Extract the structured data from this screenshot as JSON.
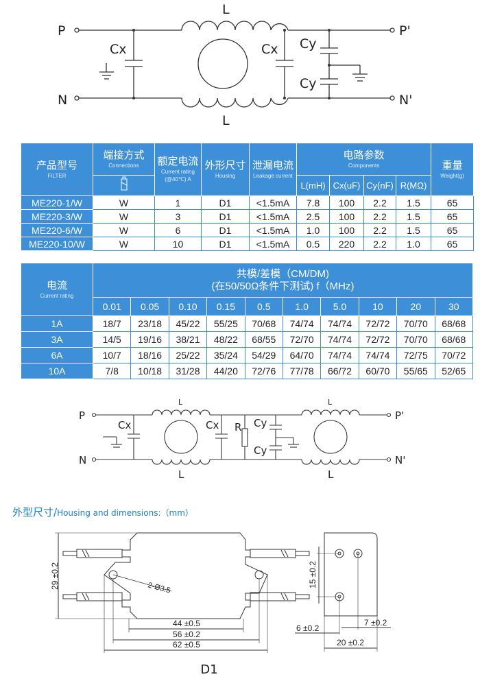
{
  "circuit1": {
    "p": "P",
    "p2": "P'",
    "n": "N",
    "n2": "N'",
    "l_top": "L",
    "l_bottom": "L",
    "cx_left": "Cx",
    "cx_right": "Cx",
    "cy_top": "Cy",
    "cy_bottom": "Cy"
  },
  "table1": {
    "headers": {
      "model_cn": "产品型号",
      "model_en": "FILTER",
      "conn_cn": "端接方式",
      "conn_en": "Connections",
      "rating_cn": "额定电流",
      "rating_en": "Current rating",
      "rating_en2": "(@40℃)  A",
      "housing_cn": "外形尺寸",
      "housing_en": "Housing",
      "leak_cn": "泄漏电流",
      "leak_en": "Leakage current",
      "comp_cn": "电路参数",
      "comp_en": "Components",
      "weight_cn": "重量",
      "weight_en": "Weight(g)",
      "sub": [
        "L(mH)",
        "Cx(uF)",
        "Cy(nF)",
        "R(MΩ)"
      ]
    },
    "rows": [
      [
        "ME220-1/W",
        "W",
        "1",
        "D1",
        "<1.5mA",
        "7.8",
        "100",
        "2.2",
        "1.5",
        "65"
      ],
      [
        "ME220-3/W",
        "W",
        "3",
        "D1",
        "<1.5mA",
        "2.5",
        "100",
        "2.2",
        "1.5",
        "65"
      ],
      [
        "ME220-6/W",
        "W",
        "6",
        "D1",
        "<1.5mA",
        "1.0",
        "100",
        "2.2",
        "1.5",
        "65"
      ],
      [
        "ME220-10/W",
        "W",
        "10",
        "D1",
        "<1.5mA",
        "0.5",
        "220",
        "2.2",
        "1.0",
        "65"
      ]
    ]
  },
  "table2": {
    "rating_cn": "电流",
    "rating_en": "Current rating",
    "title1": "共模/差模（CM/DM)",
    "title2": "(在50/50Ω条件下测试) f（MHz)",
    "freqs": [
      "0.01",
      "0.05",
      "0.10",
      "0.15",
      "0.5",
      "1.0",
      "5.0",
      "10",
      "20",
      "30"
    ],
    "rows": [
      {
        "label": "1A",
        "values": [
          "18/7",
          "23/18",
          "45/22",
          "55/25",
          "70/68",
          "74/74",
          "74/74",
          "72/72",
          "70/70",
          "68/68"
        ]
      },
      {
        "label": "3A",
        "values": [
          "14/5",
          "19/16",
          "38/21",
          "48/22",
          "68/55",
          "72/70",
          "74/74",
          "72/72",
          "70/70",
          "68/68"
        ]
      },
      {
        "label": "6A",
        "values": [
          "10/7",
          "18/16",
          "25/22",
          "35/24",
          "54/29",
          "64/70",
          "74/74",
          "74/74",
          "72/75",
          "70/72"
        ]
      },
      {
        "label": "10A",
        "values": [
          "7/8",
          "10/18",
          "31/28",
          "44/20",
          "72/76",
          "77/78",
          "66/72",
          "60/70",
          "55/65",
          "52/65"
        ]
      }
    ]
  },
  "circuit2": {
    "p": "P",
    "p2": "P'",
    "n": "N",
    "n2": "N'",
    "l1_top": "L",
    "l1_bottom": "L",
    "l2_top": "L",
    "l2_bottom": "L",
    "cx": "Cx",
    "cx2": "Cx",
    "r": "R",
    "cy_top": "Cy",
    "cy_bottom": "Cy"
  },
  "dimensions": {
    "title_cn": "外型尺寸/",
    "title_en": "Housing and dimensions:（mm）",
    "height": "29 ±0.2",
    "hole": "2-Ø3.5",
    "w44": "44 ±0.5",
    "w56": "56 ±0.2",
    "w62": "62 ±0.5",
    "s15": "15 ±0.2",
    "s6": "6 ±0.2",
    "s7": "7 ±0.2",
    "s20": "20 ±0.2",
    "label": "D1"
  }
}
